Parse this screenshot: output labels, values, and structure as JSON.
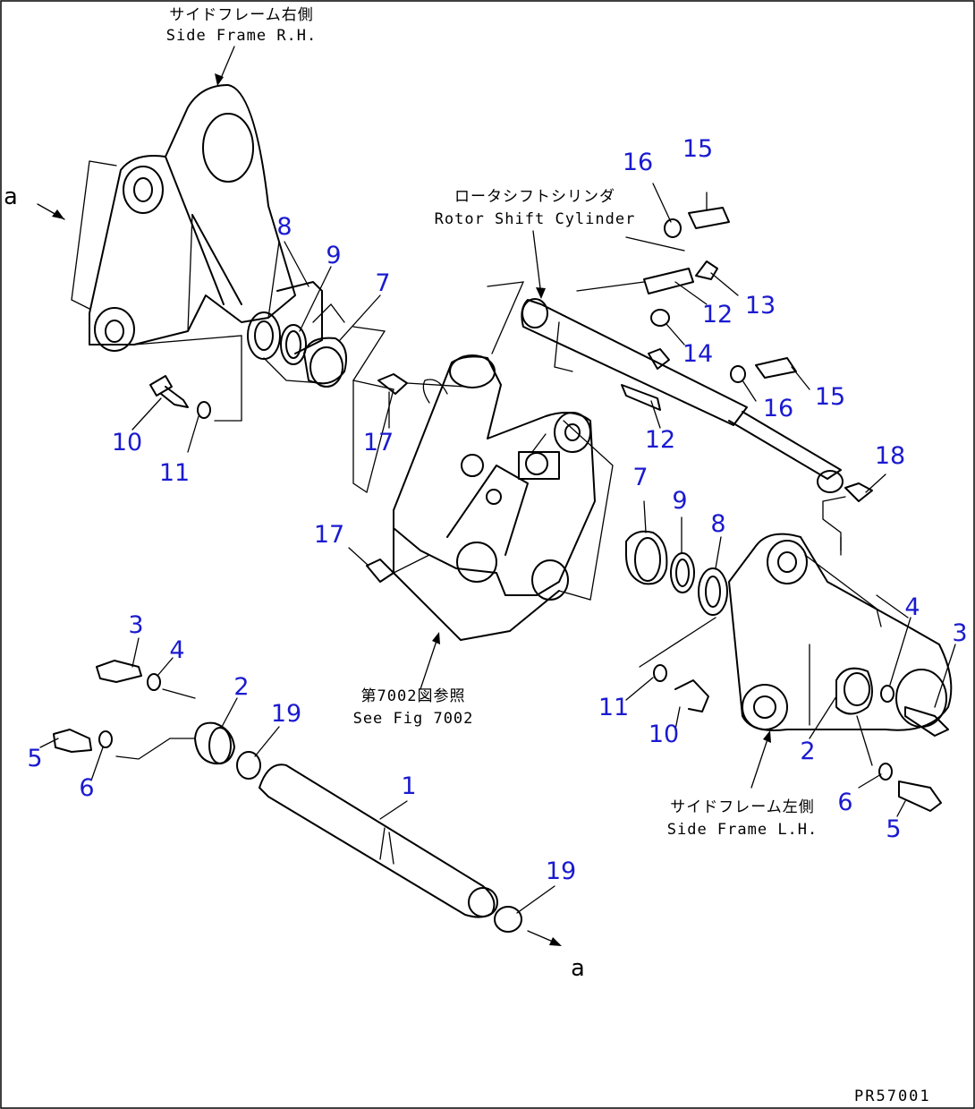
{
  "notes": {
    "side_frame_rh_jp": "サイドフレーム右側",
    "side_frame_rh_en": "Side Frame R.H.",
    "rotor_shift_jp": "ロータシフトシリンダ",
    "rotor_shift_en": "Rotor Shift Cylinder",
    "see_fig_jp": "第7002図参照",
    "see_fig_en": "See Fig 7002",
    "side_frame_lh_jp": "サイドフレーム左側",
    "side_frame_lh_en": "Side Frame L.H."
  },
  "ref_letter": "a",
  "drawing_code": "PR57001",
  "callouts": [
    "1",
    "2",
    "3",
    "4",
    "5",
    "6",
    "7",
    "8",
    "9",
    "10",
    "11",
    "12",
    "13",
    "14",
    "15",
    "16",
    "17",
    "18",
    "19"
  ]
}
